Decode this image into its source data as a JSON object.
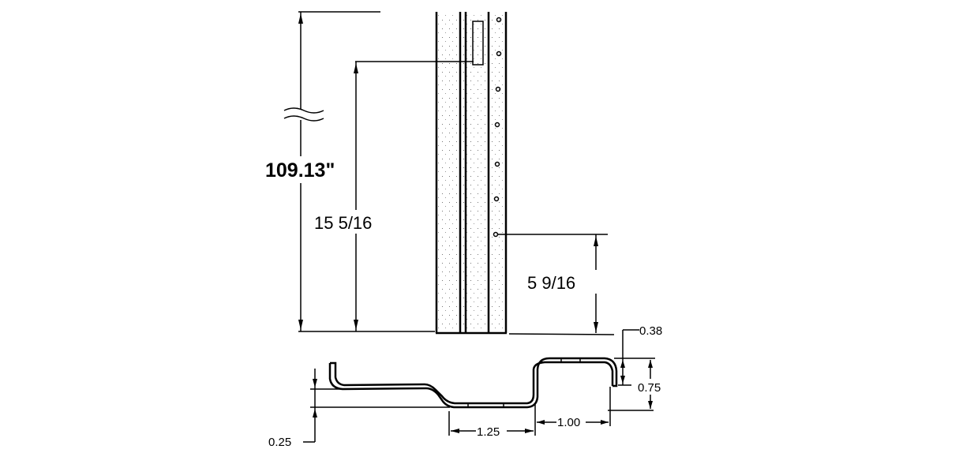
{
  "dimensions": {
    "overall_height": "109.13\"",
    "slot_height": "15 5/16",
    "hole_height": "5 9/16",
    "lip_height": "0.38",
    "channel_depth": "0.75",
    "flat_width": "1.25",
    "channel_width": "1.00",
    "offset": "0.25"
  },
  "colors": {
    "line": "#000000",
    "background": "#ffffff",
    "stipple": "#777777"
  }
}
